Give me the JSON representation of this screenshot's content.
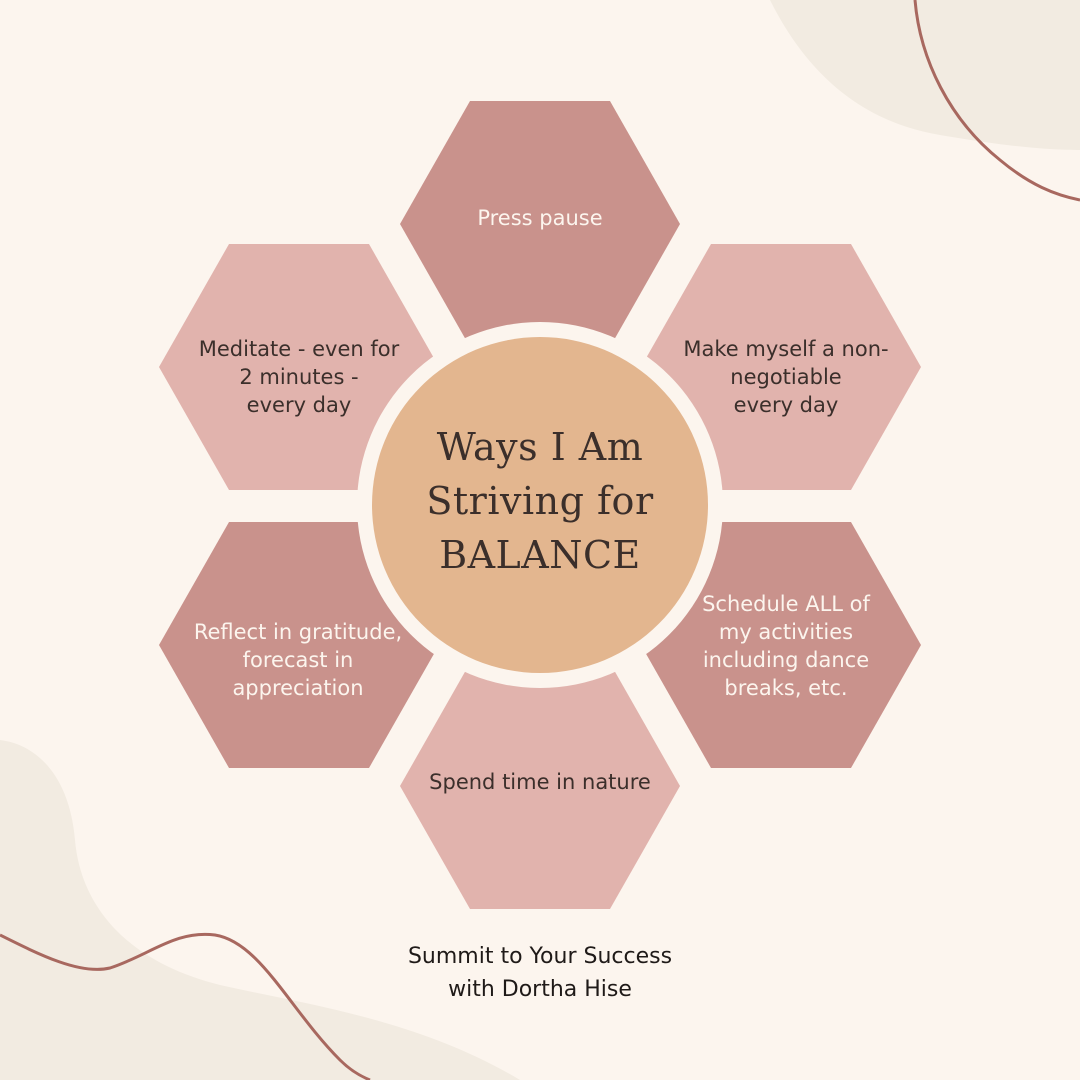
{
  "theme": {
    "background": "#fcf5ee",
    "blob_color": "#f2ebe1",
    "line_color": "#a8685f",
    "hex_dark": "#c9928c",
    "hex_light": "#e1b3ad",
    "center_fill": "#e3b68f",
    "center_ring": "#fcf5ee",
    "text_dark": "#3b2f2b",
    "text_light": "#fcf5ee"
  },
  "center": {
    "title": "Ways I Am\nStriving for\nBALANCE"
  },
  "hexagons": [
    {
      "id": "top",
      "label": "Press pause",
      "fill": "dark",
      "text": "light"
    },
    {
      "id": "upper-right",
      "label": "Make myself a non-\nnegotiable\nevery day",
      "fill": "light",
      "text": "dark"
    },
    {
      "id": "lower-right",
      "label": "Schedule ALL of\nmy activities\nincluding dance\nbreaks, etc.",
      "fill": "dark",
      "text": "light"
    },
    {
      "id": "bottom",
      "label": "Spend time in nature",
      "fill": "light",
      "text": "dark"
    },
    {
      "id": "lower-left",
      "label": "Reflect in gratitude,\nforecast in\nappreciation",
      "fill": "dark",
      "text": "light"
    },
    {
      "id": "upper-left",
      "label": "Meditate - even for\n2 minutes -\nevery day",
      "fill": "light",
      "text": "dark"
    }
  ],
  "footer": {
    "text": "Summit to Your Success\nwith Dortha Hise"
  }
}
